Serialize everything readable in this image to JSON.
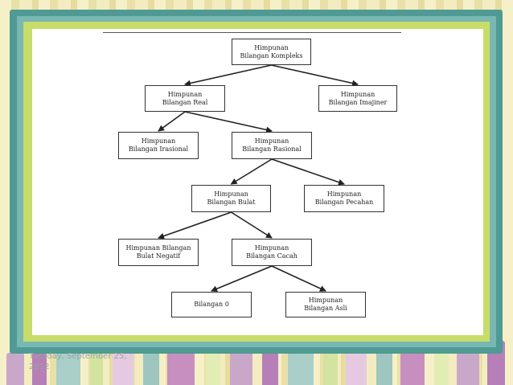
{
  "colors": {
    "frame_dark": "#4f9a94",
    "frame_mid": "#78b7b2",
    "frame_green": "#c8dc6a",
    "content_bg": "#ffffff",
    "node_border": "#333333",
    "edge": "#222222"
  },
  "diagram": {
    "nodes": {
      "kompleks": {
        "line1": "Himpunan",
        "line2": "Bilangan Kompleks"
      },
      "real": {
        "line1": "Himpunan",
        "line2": "Bilangan Real"
      },
      "imajiner": {
        "line1": "Himpunan",
        "line2": "Bilangan Imajiner"
      },
      "irasional": {
        "line1": "Himpunan",
        "line2": "Bilangan Irasional"
      },
      "rasional": {
        "line1": "Himpunan",
        "line2": "Bilangan Rasional"
      },
      "bulat": {
        "line1": "Himpunan",
        "line2": "Bilangan Bulat"
      },
      "pecahan": {
        "line1": "Himpunan",
        "line2": "Bilangan Pecahan"
      },
      "bulat_negatif": {
        "line1": "Himpunan Bilangan",
        "line2": "Bulat Negatif"
      },
      "cacah": {
        "line1": "Himpunan",
        "line2": "Bilangan Cacah"
      },
      "nol": {
        "line1": "Bilangan 0"
      },
      "asli": {
        "line1": "Himpunan",
        "line2": "Bilangan Asli"
      }
    },
    "edges": [
      [
        "kompleks",
        "real"
      ],
      [
        "kompleks",
        "imajiner"
      ],
      [
        "real",
        "irasional"
      ],
      [
        "real",
        "rasional"
      ],
      [
        "rasional",
        "bulat"
      ],
      [
        "rasional",
        "pecahan"
      ],
      [
        "bulat",
        "bulat_negatif"
      ],
      [
        "bulat",
        "cacah"
      ],
      [
        "cacah",
        "nol"
      ],
      [
        "cacah",
        "asli"
      ]
    ]
  },
  "footer": {
    "date": "Tuesday, September 25, 2012"
  }
}
